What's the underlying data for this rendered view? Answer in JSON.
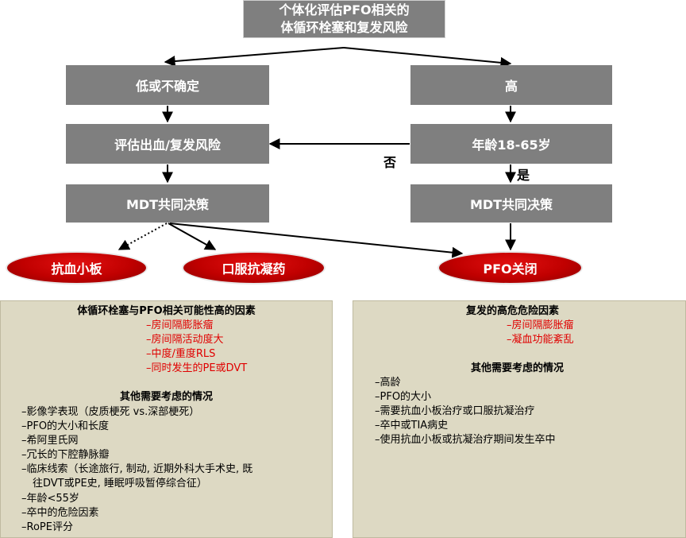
{
  "top_box": {
    "line1": "个体化评估PFO相关的",
    "line2": "体循环栓塞和复发风险"
  },
  "left_branch": {
    "risk_box": "低或不确定",
    "eval_box": "评估出血/复发风险",
    "mdt_box": "MDT共同决策"
  },
  "right_branch": {
    "risk_box": "高",
    "age_box": "年龄18-65岁",
    "mdt_box": "MDT共同决策"
  },
  "arrow_labels": {
    "no": "否",
    "yes": "是"
  },
  "outcomes": {
    "antiplatelet": "抗血小板",
    "anticoagulant": "口服抗凝药",
    "pfo_closure": "PFO关闭"
  },
  "left_panel": {
    "heading": "体循环栓塞与PFO相关可能性高的因素",
    "red_items": [
      "–房间隔膨胀瘤",
      "–房间隔活动度大",
      "–中度/重度RLS",
      "–同时发生的PE或DVT"
    ],
    "subheading": "其他需要考虑的情况",
    "items": [
      "–影像学表现（皮质梗死 vs.深部梗死）",
      "–PFO的大小和长度",
      "–希阿里氏网",
      "–冗长的下腔静脉瓣",
      "–临床线索（长途旅行, 制动, 近期外科大手术史, 既",
      "往DVT或PE史, 睡眠呼吸暂停综合征）",
      "–年龄<55岁",
      "–卒中的危险因素",
      "–RoPE评分"
    ]
  },
  "right_panel": {
    "heading": "复发的高危危险因素",
    "red_items": [
      "–房间隔膨胀瘤",
      "–凝血功能紊乱"
    ],
    "subheading": "其他需要考虑的情况",
    "items": [
      "–高龄",
      "–PFO的大小",
      "–需要抗血小板治疗或口服抗凝治疗",
      "–卒中或TIA病史",
      "–使用抗血小板或抗凝治疗期间发生卒中"
    ]
  },
  "colors": {
    "box_gray": "#7f7f7f",
    "oval_red": "#c00000",
    "panel_beige": "#ddd9c3",
    "highlight_red": "#e00000"
  }
}
